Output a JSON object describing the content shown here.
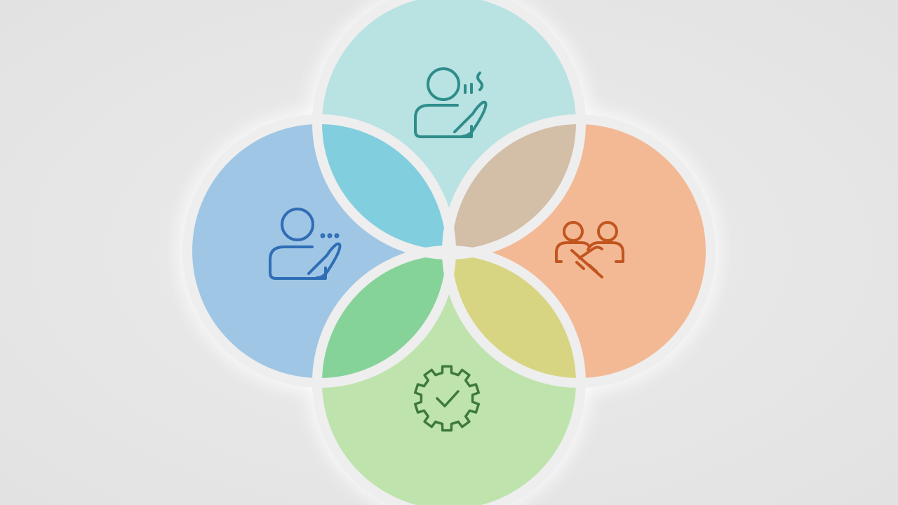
{
  "diagram": {
    "type": "four-circle-venn",
    "circles": [
      {
        "key": "top",
        "icon": "person-speaking-icon",
        "fill": "#b9e2e2",
        "stroke_color": "#2e8d8b"
      },
      {
        "key": "left",
        "icon": "person-thinking-icon",
        "fill": "#9fc6e4",
        "stroke_color": "#2f6db5"
      },
      {
        "key": "right",
        "icon": "two-people-handshake-icon",
        "fill": "#f3b995",
        "stroke_color": "#c2551f"
      },
      {
        "key": "bottom",
        "icon": "gear-check-icon",
        "fill": "#bfe3ad",
        "stroke_color": "#3d7a3a"
      }
    ],
    "overlap_colors": {
      "top_left": "#80cede",
      "top_right": "#d3bea8",
      "left_bottom": "#86d39a",
      "right_bottom": "#d8d582"
    },
    "background_color": "#e8e8e8",
    "divider_color": "#eeeeee"
  }
}
